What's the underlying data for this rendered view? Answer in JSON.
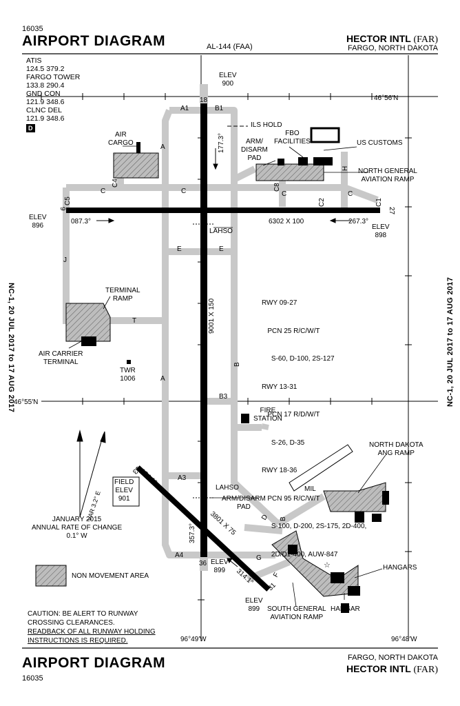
{
  "header": {
    "chart_number": "16035",
    "title": "AIRPORT DIAGRAM",
    "procedure_id": "AL-144 (FAA)",
    "airport_name": "HECTOR INTL",
    "airport_id": "(FAR)",
    "location": "FARGO, NORTH DAKOTA"
  },
  "footer": {
    "chart_number": "16035",
    "title": "AIRPORT DIAGRAM",
    "location": "FARGO, NORTH DAKOTA",
    "airport_name": "HECTOR INTL",
    "airport_id": "(FAR)"
  },
  "side_margin": {
    "left": "NC-1, 20 JUL 2017  to  17 AUG 2017",
    "right": "NC-1, 20 JUL 2017  to  17 AUG 2017"
  },
  "frequencies": [
    "ATIS",
    "124.5  379.2",
    "FARGO TOWER",
    "133.8  290.4",
    "GND CON",
    "121.9  348.6",
    "CLNC DEL",
    "121.9  348.6"
  ],
  "freq_badge": "D",
  "coordinates": {
    "lat_top": "46°56′N",
    "lat_mid": "46°55′N",
    "lon_left": "96°49′W",
    "lon_right": "96°48′W"
  },
  "runways": {
    "rwy_18_36": {
      "end_north": "18",
      "end_south": "36",
      "size": "9001 X 150",
      "elev_north": "ELEV\n900",
      "elev_south": "ELEV\n899",
      "hdg_north": "177.3°",
      "hdg_south": "357.3°"
    },
    "rwy_09_27": {
      "end_west": "9",
      "end_east": "27",
      "size": "6302 X 100",
      "elev_west": "ELEV\n896",
      "elev_east": "ELEV\n898",
      "hdg_west": "087.3°",
      "hdg_east": "267.3°"
    },
    "rwy_13_31": {
      "end_north": "13",
      "end_south": "31",
      "size": "3801 X 75",
      "elev_south": "ELEV\n899",
      "hdg_north": "134.1°",
      "hdg_south": "314.1°"
    }
  },
  "taxiways": {
    "A1": "A1",
    "B1": "B1",
    "A": "A",
    "C": "C",
    "C4": "C4",
    "C5": "C5",
    "C8": "C8",
    "C2": "C2",
    "C1": "C1",
    "E": "E",
    "J": "J",
    "T": "T",
    "B": "B",
    "B3": "B3",
    "A3": "A3",
    "A4": "A4",
    "G": "G",
    "D": "D",
    "F": "F",
    "H": "H"
  },
  "labels": {
    "ils_hold": "ILS HOLD",
    "fbo": "FBO\nFACILITIES",
    "us_customs": "US CUSTOMS",
    "arm_disarm_north": "ARM/\nDISARM\nPAD",
    "north_ga": "NORTH GENERAL\nAVIATION RAMP",
    "air_cargo": "AIR\nCARGO",
    "lahso_1": "LAHSO",
    "lahso_2": "LAHSO",
    "terminal_ramp": "TERMINAL\nRAMP",
    "air_carrier": "AIR CARRIER\nTERMINAL",
    "twr": "TWR\n1006",
    "fire_station": "FIRE\nSTATION",
    "nd_ang": "NORTH DAKOTA\nANG RAMP",
    "mil": "MIL",
    "arm_disarm_south": "ARM/DISARM\nPAD",
    "field_elev": "FIELD\nELEV\n901",
    "hangars": "HANGARS",
    "hangar": "HANGAR",
    "south_ga": "SOUTH GENERAL\nAVIATION RAMP",
    "var": "VAR 3.2° E",
    "annual_change": "JANUARY 2015\nANNUAL RATE OF CHANGE\n0.1° W",
    "legend_nonmove": "NON MOVEMENT AREA",
    "caution_1": "CAUTION: BE ALERT TO RUNWAY",
    "caution_2": "CROSSING CLEARANCES.",
    "caution_3": "READBACK OF ALL RUNWAY HOLDING",
    "caution_4": "INSTRUCTIONS IS REQUIRED."
  },
  "runway_info": [
    "RWY 09-27",
    "   PCN 25 R/C/W/T",
    "     S-60, D-100, 2S-127",
    "RWY 13-31",
    "   PCN 17 R/D/W/T",
    "     S-26, D-35",
    "RWY 18-36",
    "   PCN 95 R/C/W/T",
    "     S-100, D-200, 2S-175, 2D-400,",
    "     2D/D1-400, AUW-847"
  ]
}
